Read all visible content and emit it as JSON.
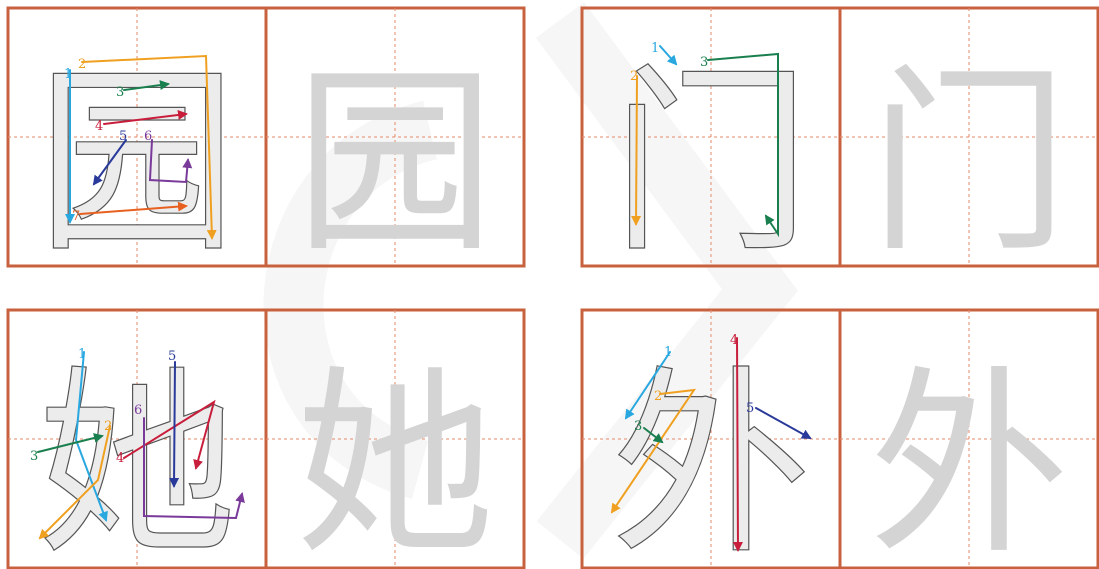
{
  "colors": {
    "border": "#c8623e",
    "guide": "#e4896a",
    "ghost": "#d4d4d4",
    "model_fill": "#ececec",
    "model_outline": "#555555"
  },
  "characters": [
    {
      "char": "园",
      "strokes": [
        {
          "n": "1",
          "color": "#29a8e0"
        },
        {
          "n": "2",
          "color": "#f0a020"
        },
        {
          "n": "3",
          "color": "#1a7f4e"
        },
        {
          "n": "4",
          "color": "#c81e3c"
        },
        {
          "n": "5",
          "color": "#2a3a9a"
        },
        {
          "n": "6",
          "color": "#7a3a9a"
        },
        {
          "n": "7",
          "color": "#e86020"
        }
      ]
    },
    {
      "char": "门",
      "strokes": [
        {
          "n": "1",
          "color": "#29a8e0"
        },
        {
          "n": "2",
          "color": "#f0a020"
        },
        {
          "n": "3",
          "color": "#1a7f4e"
        }
      ]
    },
    {
      "char": "她",
      "strokes": [
        {
          "n": "1",
          "color": "#29a8e0"
        },
        {
          "n": "2",
          "color": "#f0a020"
        },
        {
          "n": "3",
          "color": "#1a7f4e"
        },
        {
          "n": "4",
          "color": "#c81e3c"
        },
        {
          "n": "5",
          "color": "#2a3a9a"
        },
        {
          "n": "6",
          "color": "#7a3a9a"
        }
      ]
    },
    {
      "char": "外",
      "strokes": [
        {
          "n": "1",
          "color": "#29a8e0"
        },
        {
          "n": "2",
          "color": "#f0a020"
        },
        {
          "n": "3",
          "color": "#1a7f4e"
        },
        {
          "n": "4",
          "color": "#c81e3c"
        },
        {
          "n": "5",
          "color": "#2a3a9a"
        }
      ]
    }
  ]
}
